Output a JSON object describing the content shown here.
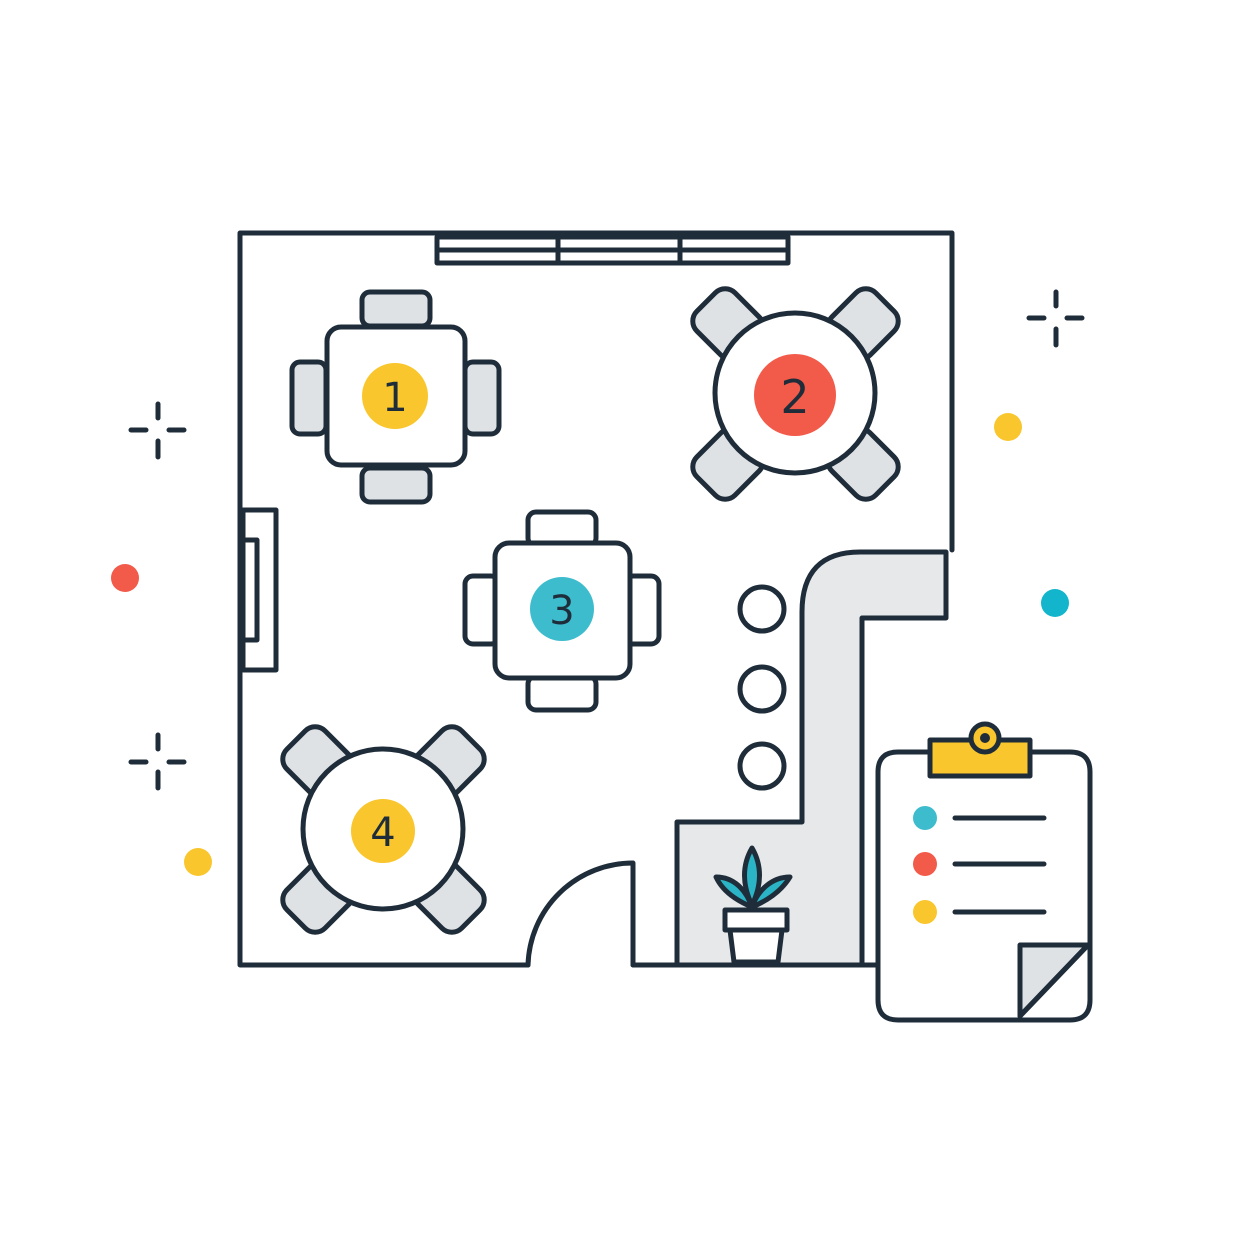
{
  "tables": [
    {
      "label": "1",
      "shape": "square",
      "badge_color": "#f9c62d"
    },
    {
      "label": "2",
      "shape": "round",
      "badge_color": "#f25a4a"
    },
    {
      "label": "3",
      "shape": "square",
      "badge_color": "#3dbccd"
    },
    {
      "label": "4",
      "shape": "round",
      "badge_color": "#f9c62d"
    }
  ],
  "clipboard": {
    "item_colors": [
      "#3dbccd",
      "#f25a4a",
      "#f9c62d"
    ],
    "clip_color": "#f9c62d"
  },
  "colors": {
    "ink": "#1f2d3a",
    "chair_fill": "#dfe2e5",
    "counter_fill": "#e6e8ea",
    "plant_leaf": "#2ab4c5",
    "accent_yellow": "#f9c62d",
    "accent_red": "#f25a4a",
    "accent_teal": "#13b5cc"
  },
  "icons": [
    "window-icon",
    "door-icon",
    "plant-icon",
    "clipboard-icon",
    "sparkle-icon"
  ]
}
